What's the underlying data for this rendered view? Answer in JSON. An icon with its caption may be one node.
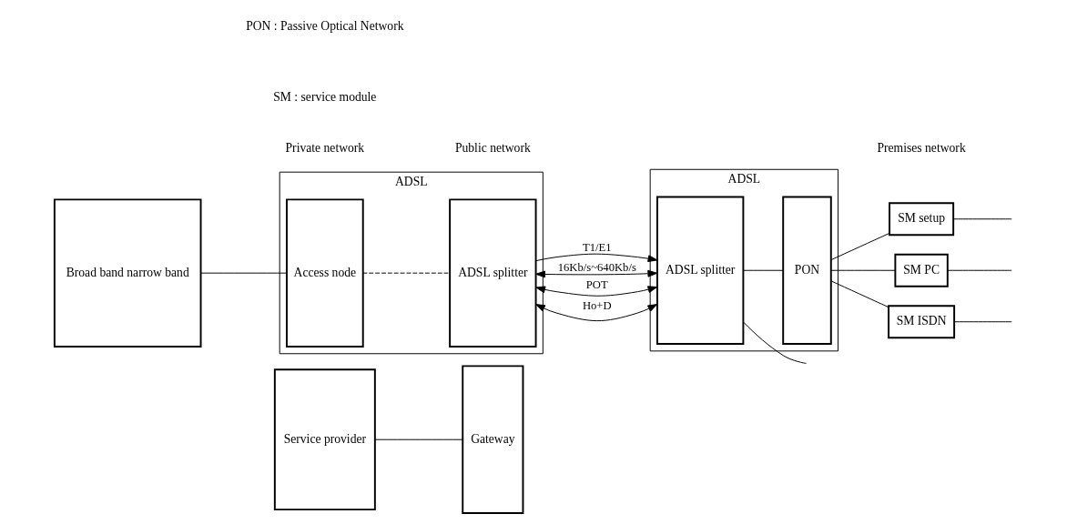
{
  "diagram": {
    "nodes": [
      {
        "text": [
          "Service provider"
        ]
      },
      {
        "text": [
          "Gateway"
        ]
      },
      {
        "text": [
          "Broad band narrow band"
        ]
      },
      {
        "text": [
          "ADSL"
        ]
      },
      {
        "text": [
          "Access node"
        ],
        "in": 3
      },
      {
        "text": [
          "ADSL splitter"
        ],
        "in": 3
      },
      {
        "text": [
          "ADSL"
        ]
      },
      {
        "text": [
          "ADSL splitter"
        ],
        "in": 6
      },
      {
        "text": [
          "PON"
        ],
        "in": 6
      },
      {
        "text": [
          "SM setup"
        ]
      },
      {
        "text": [
          "SM PC"
        ]
      },
      {
        "text": [
          "SM ISDN"
        ]
      }
    ],
    "edges": [
      {
        "from": 0,
        "to": 1,
        "arrow": "none"
      },
      {
        "from": 2,
        "to": 4,
        "arrow": "none"
      },
      {
        "from": 4,
        "to": 5,
        "arrow": "none",
        "style": "dashed"
      },
      {
        "from": 5,
        "to": 7,
        "label": "T1/E1",
        "arrow": "to"
      },
      {
        "from": 5,
        "to": 7,
        "label": "16Kb/s~640Kb/s",
        "arrow": "both"
      },
      {
        "from": 5,
        "to": 7,
        "label": "POT",
        "arrow": "both"
      },
      {
        "from": 5,
        "to": 7,
        "label": "Ho+D",
        "arrow": "both"
      },
      {
        "from": 7,
        "to": 8,
        "arrow": "none"
      },
      {
        "from": 8,
        "to": 9,
        "arrow": "none"
      },
      {
        "from": 8,
        "to": 10,
        "arrow": "none"
      },
      {
        "from": 8,
        "to": 11,
        "arrow": "none"
      },
      {
        "from": 9,
        "to": null,
        "arrow": "none"
      },
      {
        "from": 10,
        "to": null,
        "arrow": "none"
      },
      {
        "from": 11,
        "to": null,
        "arrow": "none"
      },
      {
        "from": 7,
        "to": null,
        "arrow": "none"
      }
    ],
    "labels": [
      "Private network",
      "Public network",
      "Premises network",
      "PON : Passive Optical Network",
      "SM : service module"
    ]
  }
}
